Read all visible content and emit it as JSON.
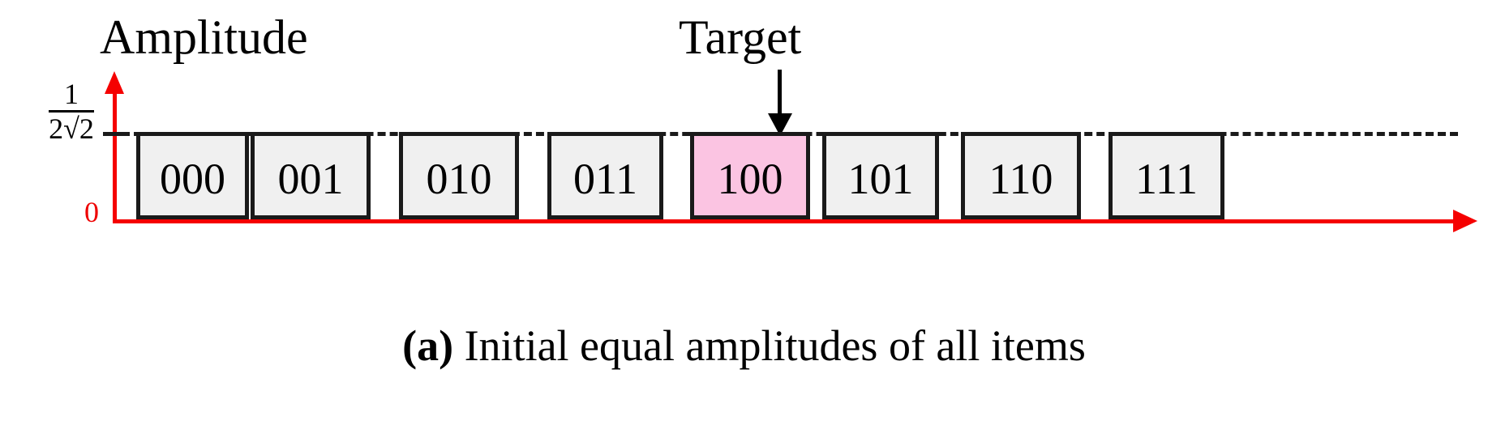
{
  "figure": {
    "axis_title": "Amplitude",
    "target_title": "Target",
    "caption_index": "(a)",
    "caption_text": " Initial equal amplitudes of all items",
    "y_axis": {
      "tick_numerator": "1",
      "tick_denominator": "2√2",
      "zero_label": "0",
      "axis_color": "#f50000",
      "label_color": "#000000",
      "zero_color": "#ee0000"
    },
    "colors": {
      "bar_fill": "#f0f0f0",
      "bar_border": "#1a1a1a",
      "target_fill": "#fbc4e2",
      "axis_red": "#f50000",
      "dashed_level": "#1a1a1a",
      "background": "#ffffff"
    }
  },
  "chart_data": {
    "type": "bar",
    "title": "",
    "xlabel": "",
    "ylabel": "Amplitude",
    "ylim": [
      0,
      0.3536
    ],
    "grid": false,
    "legend": "none",
    "annotations": [
      {
        "text": "Target",
        "points_to": "100"
      },
      {
        "text": "1/(2√2)",
        "axis": "y",
        "value": 0.3536
      },
      {
        "text": "0",
        "axis": "y",
        "value": 0
      }
    ],
    "categories": [
      "000",
      "001",
      "010",
      "011",
      "100",
      "101",
      "110",
      "111"
    ],
    "values": [
      0.3536,
      0.3536,
      0.3536,
      0.3536,
      0.3536,
      0.3536,
      0.3536,
      0.3536
    ],
    "highlight_index": 4,
    "bars": [
      {
        "label": "000",
        "value": 0.3536,
        "target": false
      },
      {
        "label": "001",
        "value": 0.3536,
        "target": false
      },
      {
        "label": "010",
        "value": 0.3536,
        "target": false
      },
      {
        "label": "011",
        "value": 0.3536,
        "target": false
      },
      {
        "label": "100",
        "value": 0.3536,
        "target": true
      },
      {
        "label": "101",
        "value": 0.3536,
        "target": false
      },
      {
        "label": "110",
        "value": 0.3536,
        "target": false
      },
      {
        "label": "111",
        "value": 0.3536,
        "target": false
      }
    ]
  }
}
